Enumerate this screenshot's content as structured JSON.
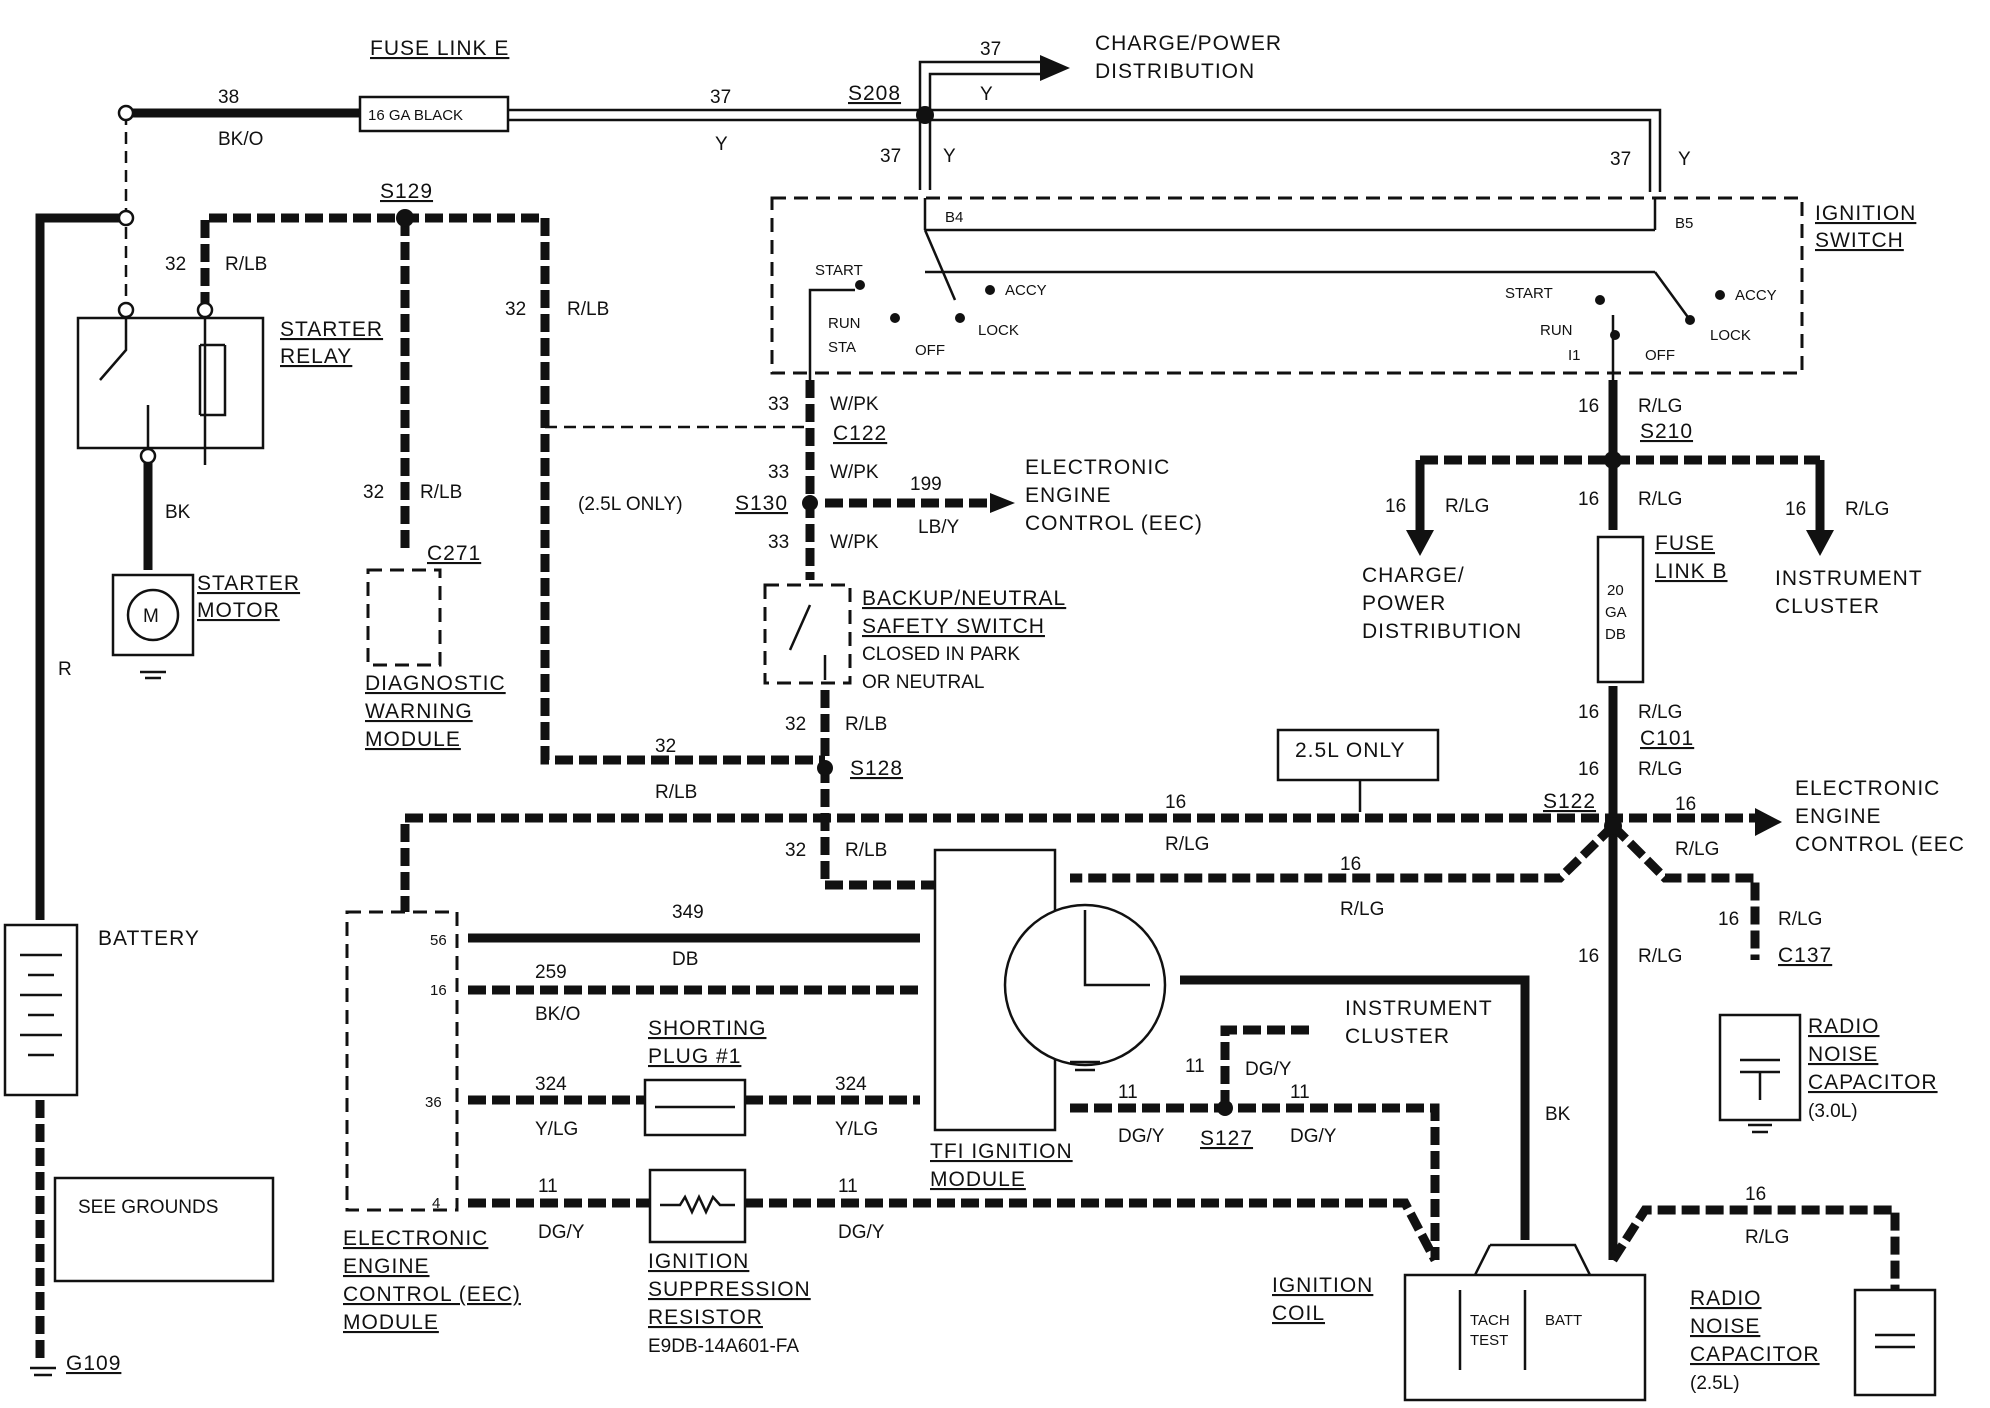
{
  "labels": {
    "fuse_link_e": "FUSE LINK E",
    "fuse_16ga": "16 GA BLACK",
    "w38": "38",
    "bko": "BK/O",
    "w37a": "37",
    "y": "Y",
    "s208": "S208",
    "w37b": "37",
    "charge_power_1": "CHARGE/POWER",
    "distribution_1": "DISTRIBUTION",
    "w37c": "37",
    "w37d": "37",
    "s129": "S129",
    "w32": "32",
    "rlb": "R/LB",
    "ignition": "IGNITION",
    "switch": "SWITCH",
    "b4": "B4",
    "b5": "B5",
    "start": "START",
    "run": "RUN",
    "sta": "STA",
    "off": "OFF",
    "lock": "LOCK",
    "accy": "ACCY",
    "i1": "I1",
    "starter": "STARTER",
    "relay": "RELAY",
    "bk": "BK",
    "motor": "MOTOR",
    "m": "M",
    "r": "R",
    "w33": "33",
    "wpk": "W/PK",
    "c122": "C122",
    "only25": "(2.5L ONLY)",
    "s130": "S130",
    "w199": "199",
    "lby": "LB/Y",
    "electronic": "ELECTRONIC",
    "engine": "ENGINE",
    "control_eec": "CONTROL (EEC)",
    "control_eec2": "CONTROL (EEC",
    "c271": "C271",
    "diagnostic": "DIAGNOSTIC",
    "warning": "WARNING",
    "module": "MODULE",
    "backup_neutral": "BACKUP/NEUTRAL",
    "safety_switch": "SAFETY SWITCH",
    "closed_in_park": "CLOSED IN PARK",
    "or_neutral": "OR NEUTRAL",
    "s128": "S128",
    "w16": "16",
    "rlg": "R/LG",
    "s210": "S210",
    "charge_power_2": "CHARGE/",
    "power": "POWER",
    "distribution_2": "DISTRIBUTION",
    "fuse_link_b_1": "FUSE",
    "fuse_link_b_2": "LINK B",
    "f20": "20",
    "fga": "GA",
    "fdb": "DB",
    "instrument": "INSTRUMENT",
    "cluster": "CLUSTER",
    "c101": "C101",
    "only25_box": "2.5L ONLY",
    "s122": "S122",
    "w349": "349",
    "db": "DB",
    "w259": "259",
    "shorting": "SHORTING",
    "plug1": "PLUG #1",
    "w324": "324",
    "ylg": "Y/LG",
    "w11": "11",
    "dgy": "DG/Y",
    "pin56": "56",
    "pin16": "16",
    "pin36": "36",
    "pin4": "4",
    "battery": "BATTERY",
    "see_grounds": "SEE GROUNDS",
    "g109": "G109",
    "eec_1": "ELECTRONIC",
    "eec_2": "ENGINE",
    "eec_3": "CONTROL (EEC)",
    "eec_4": "MODULE",
    "ign_supp_1": "IGNITION",
    "ign_supp_2": "SUPPRESSION",
    "ign_supp_3": "RESISTOR",
    "ign_supp_4": "E9DB-14A601-FA",
    "tfi_1": "TFI IGNITION",
    "tfi_2": "MODULE",
    "s127": "S127",
    "ign_coil_1": "IGNITION",
    "ign_coil_2": "COIL",
    "tach": "TACH",
    "test": "TEST",
    "batt": "BATT",
    "c137": "C137",
    "radio": "RADIO",
    "noise": "NOISE",
    "capacitor": "CAPACITOR",
    "l30": "(3.0L)",
    "l25": "(2.5L)"
  },
  "colors": {
    "wire": "#111111",
    "background": "#ffffff"
  }
}
